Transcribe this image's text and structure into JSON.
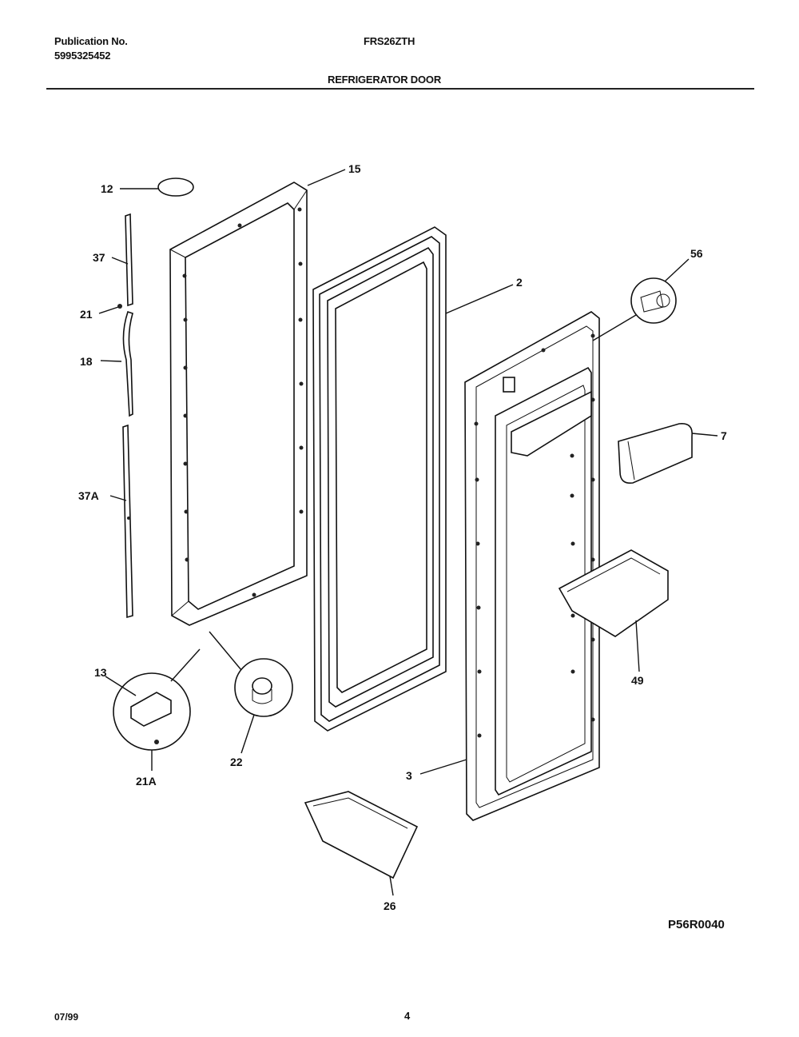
{
  "header": {
    "publication_label": "Publication No.",
    "publication_number": "5995325452",
    "model": "FRS26ZTH",
    "section_title": "REFRIGERATOR DOOR"
  },
  "callouts": {
    "c12": "12",
    "c15": "15",
    "c37": "37",
    "c21": "21",
    "c18": "18",
    "c37a": "37A",
    "c2": "2",
    "c56": "56",
    "c7": "7",
    "c49": "49",
    "c13": "13",
    "c22": "22",
    "c21a": "21A",
    "c3": "3",
    "c26": "26"
  },
  "footer": {
    "diagram_code": "P56R0040",
    "date": "07/99",
    "page_number": "4"
  }
}
